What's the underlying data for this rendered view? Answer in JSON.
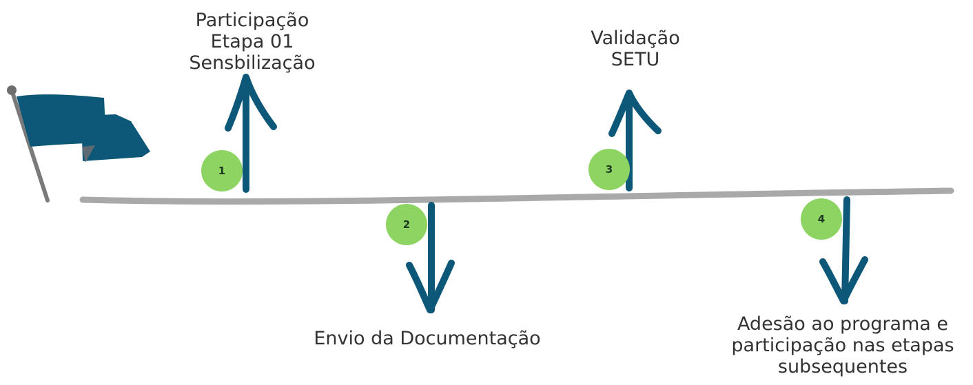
{
  "colors": {
    "flag": "#0d5878",
    "arrow": "#0d5878",
    "badge": "#8ed462",
    "timeline": "#a9a9a9",
    "text": "#333333"
  },
  "steps": [
    {
      "number": "1",
      "lines": [
        "Participação",
        "Etapa 01",
        "Sensbilização"
      ],
      "direction": "up"
    },
    {
      "number": "2",
      "lines": [
        "Envio da Documentação"
      ],
      "direction": "down"
    },
    {
      "number": "3",
      "lines": [
        "Validação",
        "SETU"
      ],
      "direction": "up"
    },
    {
      "number": "4",
      "lines": [
        "Adesão ao programa e",
        "participação nas etapas",
        "subsequentes"
      ],
      "direction": "down"
    }
  ],
  "icons": [
    "flag-icon",
    "arrow-up-icon",
    "arrow-down-icon"
  ]
}
